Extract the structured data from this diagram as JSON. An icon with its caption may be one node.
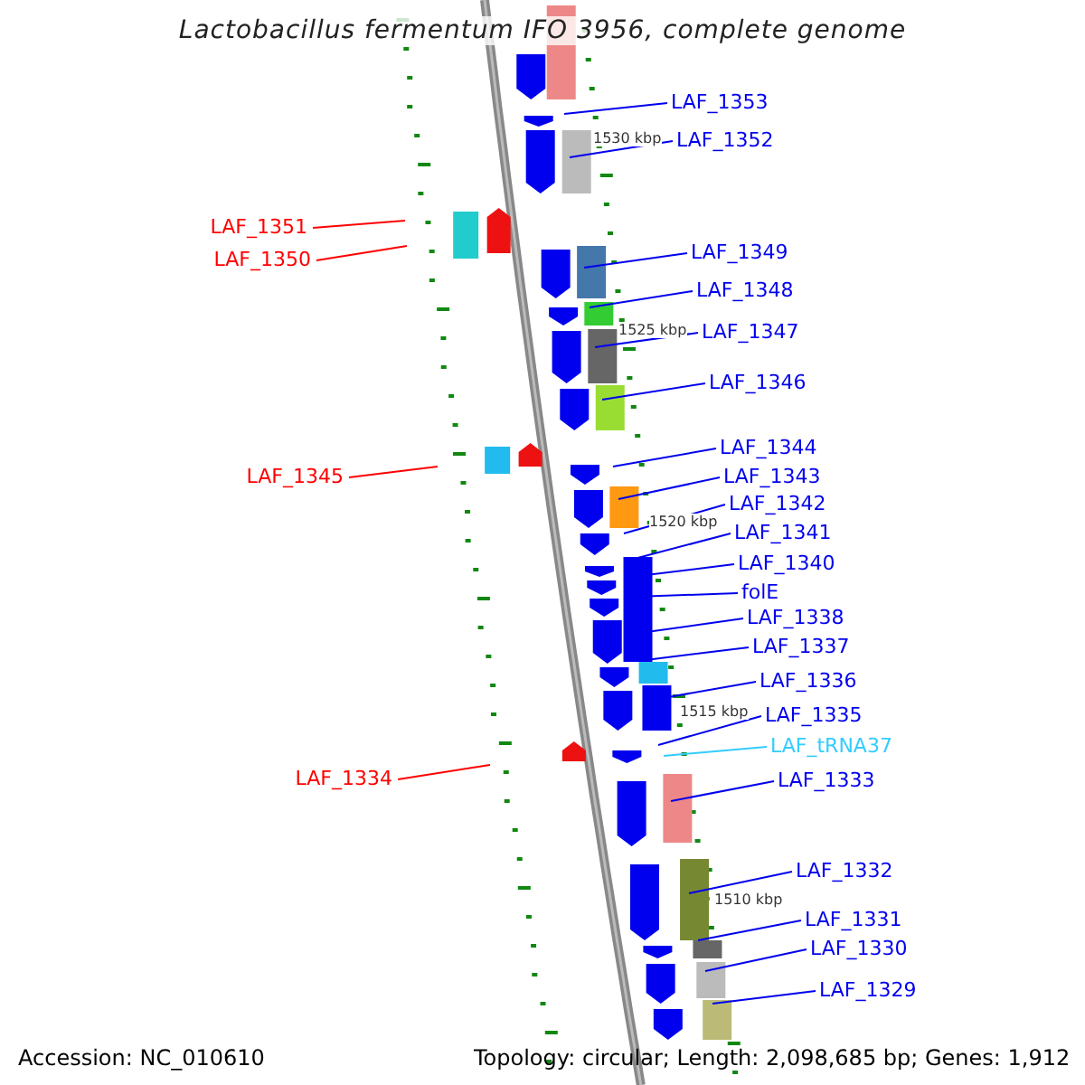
{
  "diagram": {
    "title": "Lactobacillus fermentum IFO 3956, complete genome",
    "nodes": [
      {
        "text": [
          "LAF_1353"
        ]
      },
      {
        "text": [
          "LAF_1352"
        ]
      },
      {
        "text": [
          "LAF_1351"
        ]
      },
      {
        "text": [
          "LAF_1349"
        ]
      },
      {
        "text": [
          "LAF_1350"
        ]
      },
      {
        "text": [
          "LAF_1348"
        ]
      },
      {
        "text": [
          "LAF_1347"
        ]
      },
      {
        "text": [
          "LAF_1346"
        ]
      },
      {
        "text": [
          "LAF_1344"
        ]
      },
      {
        "text": [
          "LAF_1343"
        ]
      },
      {
        "text": [
          "LAF_1345"
        ]
      },
      {
        "text": [
          "LAF_1342"
        ]
      },
      {
        "text": [
          "LAF_1341"
        ]
      },
      {
        "text": [
          "LAF_1340"
        ]
      },
      {
        "text": [
          "folE"
        ]
      },
      {
        "text": [
          "LAF_1338"
        ]
      },
      {
        "text": [
          "LAF_1337"
        ]
      },
      {
        "text": [
          "LAF_1336"
        ]
      },
      {
        "text": [
          "LAF_1335"
        ]
      },
      {
        "text": [
          "LAF_tRNA37"
        ]
      },
      {
        "text": [
          "LAF_1334"
        ]
      },
      {
        "text": [
          "LAF_1333"
        ]
      },
      {
        "text": [
          "LAF_1332"
        ]
      },
      {
        "text": [
          "LAF_1331"
        ]
      },
      {
        "text": [
          "LAF_1330"
        ]
      },
      {
        "text": [
          "LAF_1329"
        ]
      }
    ],
    "edges": [
      {
        "from": 0,
        "to": null,
        "arrow": "none"
      },
      {
        "from": 1,
        "to": null,
        "arrow": "none"
      },
      {
        "from": 2,
        "to": null,
        "arrow": "none",
        "color": "#ff0000"
      },
      {
        "from": 3,
        "to": null,
        "arrow": "none"
      },
      {
        "from": 4,
        "to": null,
        "arrow": "none",
        "color": "#ff0000"
      },
      {
        "from": 5,
        "to": null,
        "arrow": "none"
      },
      {
        "from": 6,
        "to": null,
        "arrow": "none"
      },
      {
        "from": 7,
        "to": null,
        "arrow": "none"
      },
      {
        "from": 8,
        "to": null,
        "arrow": "none"
      },
      {
        "from": 9,
        "to": null,
        "arrow": "none"
      },
      {
        "from": 10,
        "to": null,
        "arrow": "none",
        "color": "#ff0000"
      },
      {
        "from": 11,
        "to": null,
        "arrow": "none"
      },
      {
        "from": 12,
        "to": null,
        "arrow": "none"
      },
      {
        "from": 13,
        "to": null,
        "arrow": "none"
      },
      {
        "from": 14,
        "to": null,
        "arrow": "none"
      },
      {
        "from": 15,
        "to": null,
        "arrow": "none"
      },
      {
        "from": 16,
        "to": null,
        "arrow": "none"
      },
      {
        "from": 17,
        "to": null,
        "arrow": "none"
      },
      {
        "from": 18,
        "to": null,
        "arrow": "none"
      },
      {
        "from": 19,
        "to": null,
        "arrow": "none",
        "color": "#33ccff"
      },
      {
        "from": 20,
        "to": null,
        "arrow": "none",
        "color": "#ff0000"
      },
      {
        "from": 21,
        "to": null,
        "arrow": "none"
      },
      {
        "from": 22,
        "to": null,
        "arrow": "none"
      },
      {
        "from": 23,
        "to": null,
        "arrow": "none"
      },
      {
        "from": 24,
        "to": null,
        "arrow": "none"
      },
      {
        "from": 25,
        "to": null,
        "arrow": "none"
      }
    ],
    "labels": [
      "1530 kbp",
      "1525 kbp",
      "1520 kbp",
      "1515 kbp",
      "1510 kbp",
      "Accession: NC_010610",
      "Topology: circular; Length: 2,098,685 bp; Genes: 1,912"
    ]
  }
}
